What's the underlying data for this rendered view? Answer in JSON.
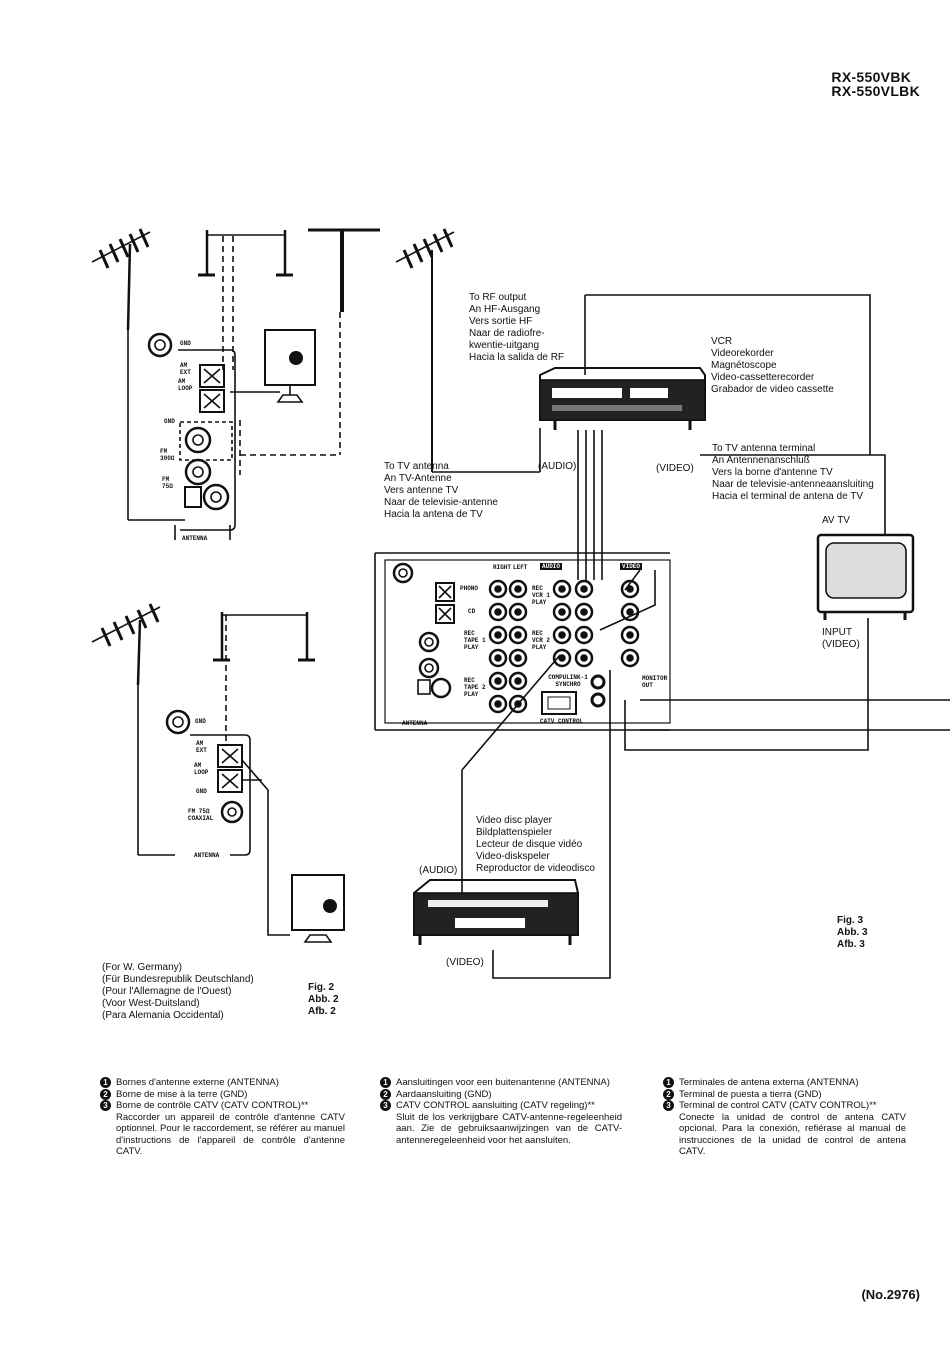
{
  "header": {
    "model_lines": [
      "RX-550VBK",
      "RX-550VLBK"
    ]
  },
  "fig2": {
    "country_note": [
      "(For W. Germany)",
      "(Für Bundesrepublik Deutschland)",
      "(Pour l'Allemagne de l'Ouest)",
      "(Voor West-Duitsland)",
      "(Para Alemania Occidental)"
    ],
    "caption": [
      "Fig. 2",
      "Abb. 2",
      "Afb. 2"
    ],
    "panel_top": {
      "gnd": "GND",
      "am_ext": "AM EXT",
      "am_loop": "AM LOOP",
      "gnd2": "GND",
      "fm300": "FM 300Ω",
      "fm75": "FM 75Ω",
      "antenna": "ANTENNA"
    },
    "panel_bottom": {
      "gnd": "GND",
      "am_ext": "AM EXT",
      "am_loop": "AM LOOP",
      "gnd2": "GND",
      "fm75": "FM 75Ω COAXIAL",
      "antenna": "ANTENNA"
    }
  },
  "fig3": {
    "rf_output": [
      "To RF output",
      "An HF-Ausgang",
      "Vers sortie HF",
      "Naar de radiofre-",
      "kwentie-uitgang",
      "Hacia la salida de RF"
    ],
    "vcr": [
      "VCR",
      "Videorekorder",
      "Magnétoscope",
      "Video-cassetterecorder",
      "Grabador de video cassette"
    ],
    "tv_terminal": [
      "To TV antenna terminal",
      "An Antennenanschluß",
      "Vers la borne d'antenne TV",
      "Naar de televisie-antenneaansluiting",
      "Hacia el terminal de antena de TV"
    ],
    "to_tv_antenna": [
      "To TV antenna",
      "An TV-Antenne",
      "Vers antenne TV",
      "Naar de televisie-antenne",
      "Hacia la antena de TV"
    ],
    "audio": "(AUDIO)",
    "video": "(VIDEO)",
    "av_tv": "AV TV",
    "input_video": [
      "INPUT",
      "(VIDEO)"
    ],
    "disc_player": [
      "Video disc player",
      "Bildplattenspieler",
      "Lecteur de disque vidéo",
      "Video-diskspeler",
      "Reproductor de videodisco"
    ],
    "audio2": "(AUDIO)",
    "video2": "(VIDEO)",
    "caption": [
      "Fig. 3",
      "Abb. 3",
      "Afb. 3"
    ],
    "receiver": {
      "phono": "PHONO",
      "cd": "CD",
      "tape1": "REC TAPE 1 PLAY",
      "tape2": "REC TAPE 2 PLAY",
      "vcr1": "REC VCR 1 PLAY",
      "vcr2": "REC VCR 2 PLAY",
      "audio_tag": "AUDIO",
      "video_tag": "VIDEO",
      "compulink": "COMPULINK-1 SYNCHRO",
      "catv": "CATV CONTROL",
      "monitor": "MONITOR OUT",
      "antenna": "ANTENNA",
      "right": "RIGHT",
      "left": "LEFT"
    }
  },
  "notes": {
    "french": [
      {
        "n": "1",
        "text": "Bornes d'antenne externe (ANTENNA)"
      },
      {
        "n": "2",
        "text": "Borne de mise à la terre (GND)"
      },
      {
        "n": "3",
        "text": "Borne de contrôle CATV (CATV CONTROL)**",
        "extra": "Raccorder un appareil de contrôle d'antenne CATV optionnel. Pour le raccordement, se référer au manuel d'instructions de l'appareil de contrôle d'antenne CATV."
      }
    ],
    "dutch": [
      {
        "n": "1",
        "text": "Aansluitingen voor een buitenantenne (ANTENNA)"
      },
      {
        "n": "2",
        "text": "Aardaansluiting (GND)"
      },
      {
        "n": "3",
        "text": "CATV CONTROL aansluiting (CATV regeling)**",
        "extra": "Sluit de los verkrijgbare CATV-antenne-regeleenheid aan. Zie de gebruiksaanwijzingen van de CATV-antenneregeleenheid voor het aansluiten."
      }
    ],
    "spanish": [
      {
        "n": "1",
        "text": "Terminales de antena externa (ANTENNA)"
      },
      {
        "n": "2",
        "text": "Terminal de puesta a tierra (GND)"
      },
      {
        "n": "3",
        "text": "Terminal de control CATV (CATV CONTROL)**",
        "extra": "Conecte la unidad de control de antena CATV opcional. Para la conexión, refiérase al manual de instrucciones de la unidad de control de antena CATV."
      }
    ]
  },
  "footer": {
    "page_no": "(No.2976)"
  }
}
